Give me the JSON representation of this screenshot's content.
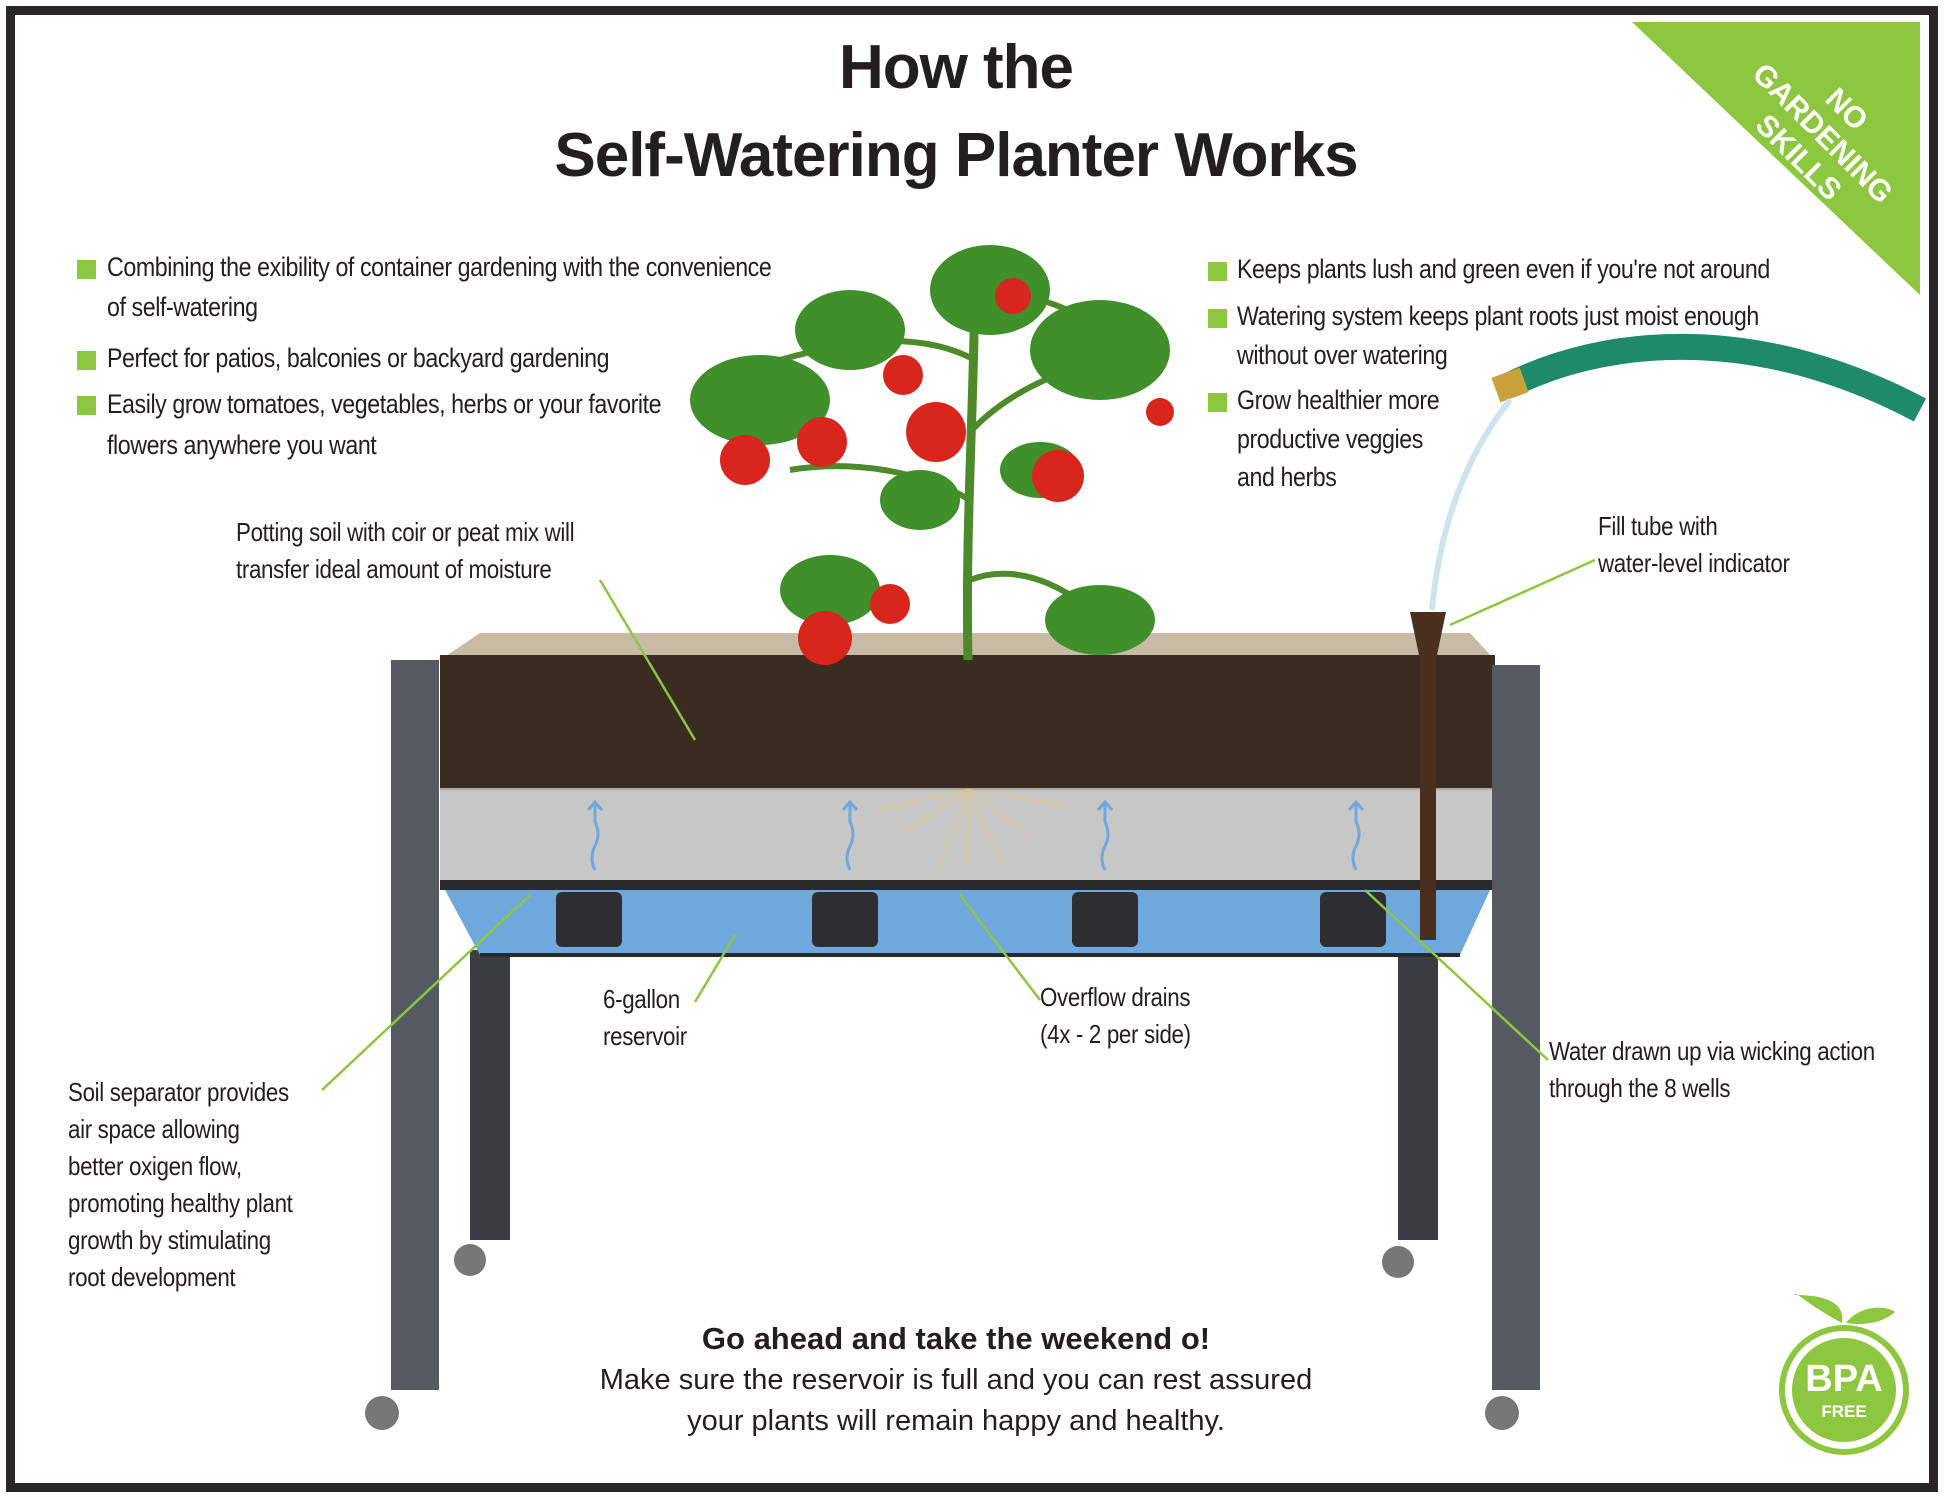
{
  "title": {
    "line1": "How the",
    "line2": "Self-Watering Planter Works"
  },
  "corner_badge": {
    "line1": "NO",
    "line2": "GARDENING",
    "line3": "SKILLS REQUIRED",
    "color": "#8dc63f"
  },
  "left_bullets": [
    {
      "lines": [
        "Combining the exibility of container gardening with the convenience",
        "of self-watering"
      ]
    },
    {
      "lines": [
        "Perfect for patios, balconies or backyard gardening"
      ]
    },
    {
      "lines": [
        "Easily grow tomatoes, vegetables, herbs or your favorite",
        "flowers anywhere  you want"
      ]
    }
  ],
  "right_bullets": [
    {
      "lines": [
        "Keeps plants lush and green even if you're not around"
      ]
    },
    {
      "lines": [
        "Watering system keeps plant roots just moist enough",
        "without over watering"
      ]
    },
    {
      "lines": [
        "Grow healthier more",
        "productive veggies",
        "and herbs"
      ]
    }
  ],
  "callouts": {
    "potting_soil": [
      "Potting soil with coir or peat mix will",
      "transfer ideal amount of moisture"
    ],
    "fill_tube": [
      "Fill tube with",
      "water-level indicator"
    ],
    "reservoir": [
      "6-gallon",
      "reservoir"
    ],
    "overflow": [
      "Overflow drains",
      "(4x - 2 per side)"
    ],
    "wicking": [
      "Water drawn up via wicking action",
      "through the 8 wells"
    ],
    "separator": [
      "Soil separator provides",
      "air  space allowing",
      "better oxigen flow,",
      "promoting healthy plant",
      "growth by stimulating",
      "root development"
    ]
  },
  "footer": {
    "heading": "Go ahead and take the weekend o!",
    "line1": "Make sure the reservoir is full and you can rest assured",
    "line2": "your plants will remain happy and healthy."
  },
  "bpa_badge": {
    "top": "BPA",
    "bottom": "FREE"
  },
  "colors": {
    "accent": "#8dc63f",
    "water": "#6fa8dc",
    "soil": "#3b2c22",
    "frame": "#2b2626"
  }
}
